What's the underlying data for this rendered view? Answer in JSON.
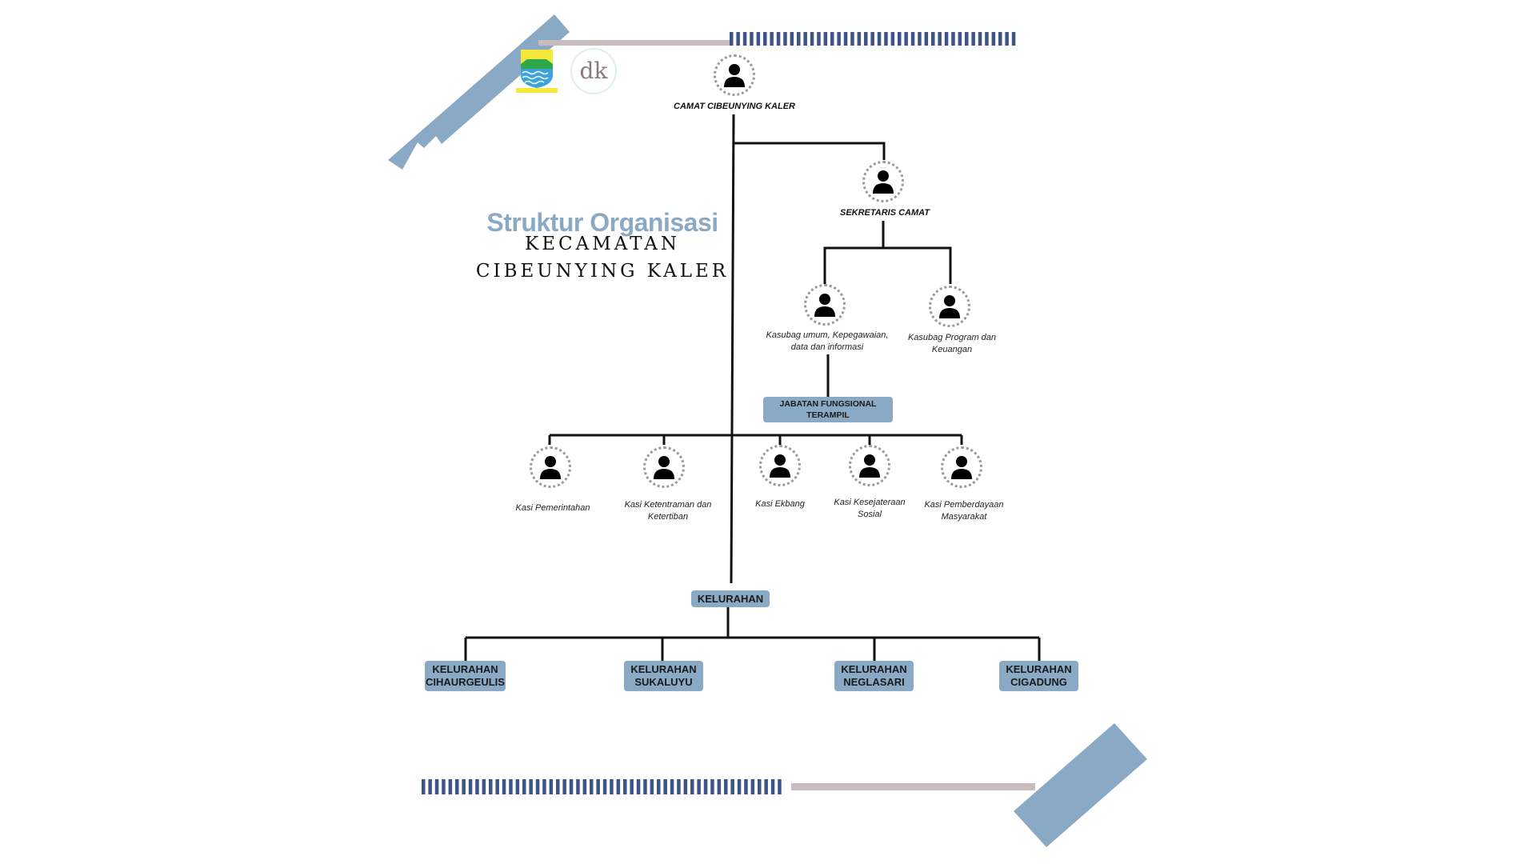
{
  "colors": {
    "accent": "#8aa9c4",
    "stripe": "#3c5488",
    "gray_bar": "#c9bcbc",
    "line": "#111111"
  },
  "title": {
    "line1": "Struktur Organisasi",
    "line2": "KECAMATAN",
    "line3": "CIBEUNYING KALER"
  },
  "logos": {
    "left": "Kota Bandung emblem",
    "right": "dk"
  },
  "camat": {
    "label": "CAMAT CIBEUNYING KALER",
    "icon": "person-icon"
  },
  "sekretaris": {
    "label": "SEKRETARIS CAMAT"
  },
  "kasubag": [
    {
      "line1": "Kasubag umum, Kepegawaian,",
      "line2": "data dan informasi"
    },
    {
      "line1": "Kasubag Program dan",
      "line2": "Keuangan"
    }
  ],
  "jabatan": {
    "line1": "JABATAN FUNGSIONAL",
    "line2": "TERAMPIL"
  },
  "kasi": [
    {
      "line1": "Kasi Pemerintahan",
      "line2": ""
    },
    {
      "line1": "Kasi Ketentraman dan",
      "line2": "Ketertiban"
    },
    {
      "line1": "Kasi Ekbang",
      "line2": ""
    },
    {
      "line1": "Kasi Kesejateraan",
      "line2": "Sosial"
    },
    {
      "line1": "Kasi Pemberdayaan",
      "line2": "Masyarakat"
    }
  ],
  "kelurahan": {
    "label": "KELURAHAN"
  },
  "kelurahan_list": [
    {
      "line1": "KELURAHAN",
      "line2": "CIHAURGEULIS"
    },
    {
      "line1": "KELURAHAN",
      "line2": "SUKALUYU"
    },
    {
      "line1": "KELURAHAN",
      "line2": "NEGLASARI"
    },
    {
      "line1": "KELURAHAN",
      "line2": "CIGADUNG"
    }
  ]
}
